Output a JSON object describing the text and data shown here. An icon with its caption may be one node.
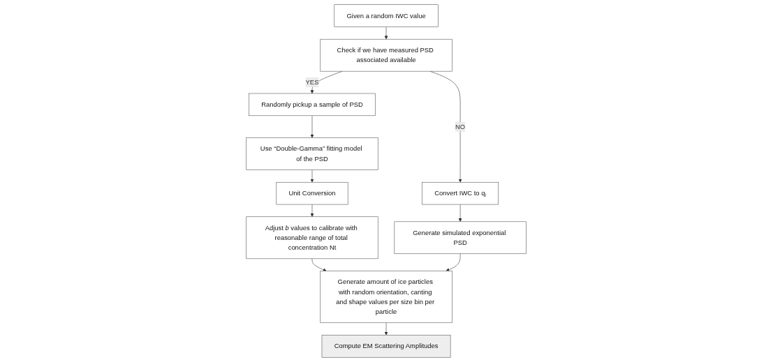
{
  "diagram": {
    "nodes": [
      {
        "text": [
          "Given a random IWC value"
        ]
      },
      {
        "text": [
          "Check if we have measured PSD associated available"
        ]
      },
      {
        "text": [
          "Randomly pickup a sample of PSD"
        ]
      },
      {
        "text": [
          "Convert IWC to q$_{i}$"
        ]
      },
      {
        "text": [
          "Use “Double-Gamma” fitting model of the PSD"
        ]
      },
      {
        "text": [
          "Generate simulated exponential PSD"
        ]
      },
      {
        "text": [
          "Unit Conversion"
        ]
      },
      {
        "text": [
          "Adjust *b* values to calibrate with reasonable range of total concentration Nt"
        ]
      },
      {
        "text": [
          "Generate amount of ice particles with random orientation, canting and shape values per size bin per particle"
        ]
      },
      {
        "text": [
          "Compute EM Scattering Amplitudes"
        ]
      }
    ],
    "edges": [
      {
        "from": 0,
        "to": 1,
        "arrow": "to"
      },
      {
        "from": 1,
        "to": 2,
        "arrow": "to",
        "label": "YES"
      },
      {
        "from": 1,
        "to": 3,
        "arrow": "to",
        "label": "NO"
      },
      {
        "from": 2,
        "to": 4,
        "arrow": "to"
      },
      {
        "from": 4,
        "to": 6,
        "arrow": "to"
      },
      {
        "from": 6,
        "to": 7,
        "arrow": "to"
      },
      {
        "from": 3,
        "to": 5,
        "arrow": "to"
      },
      {
        "from": 7,
        "to": 8,
        "arrow": "to"
      },
      {
        "from": 5,
        "to": 8,
        "arrow": "to"
      },
      {
        "from": 8,
        "to": 9,
        "arrow": "to"
      }
    ]
  }
}
